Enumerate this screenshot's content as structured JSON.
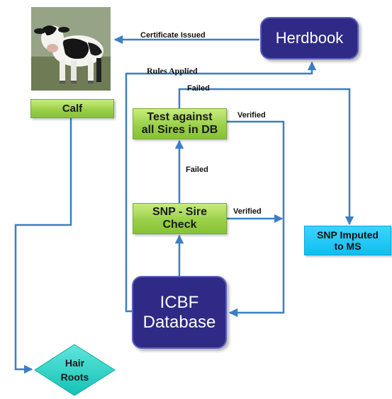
{
  "nodes": {
    "calf": "Calf",
    "herdbook": "Herdbook",
    "test_sires": "Test against\nall Sires in DB",
    "snp_sire": "SNP - Sire\nCheck",
    "icbf": "ICBF\nDatabase",
    "snp_imputed": "SNP Imputed\nto MS",
    "hair_roots": "Hair\nRoots"
  },
  "edges": {
    "certificate_issued": "Certificate Issued",
    "rules_applied": "Rules Applied",
    "failed_top": "Failed",
    "verified_top": "Verified",
    "failed_mid": "Failed",
    "verified_mid": "Verified"
  },
  "colors": {
    "arrow": "#3a7fc6",
    "navy_box": "#2e2a86",
    "green_box": "#9bd04a",
    "cyan_box": "#11bdf0",
    "teal_diamond": "#1fd0c4"
  },
  "image": {
    "subject": "calf-photo"
  }
}
